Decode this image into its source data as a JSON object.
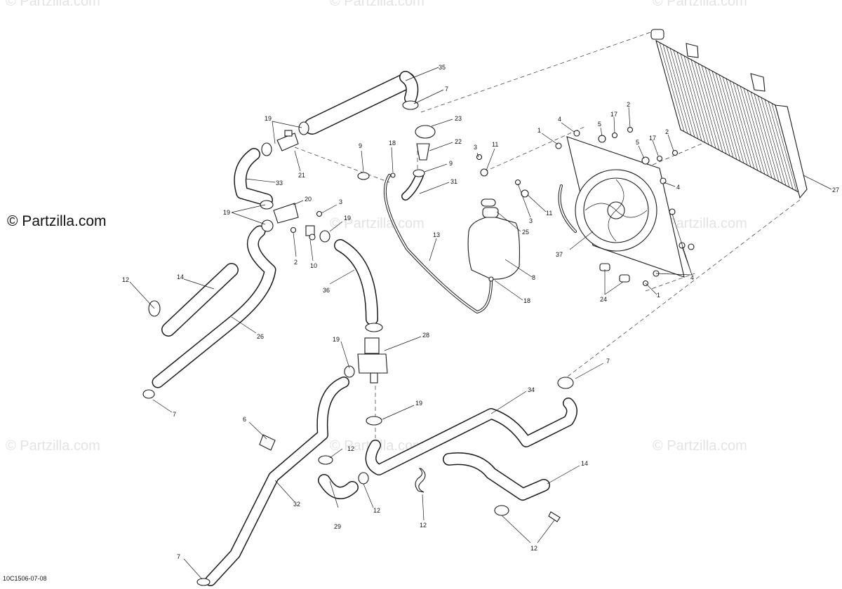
{
  "brand_text": "© Partzilla.com",
  "watermark_text": "© Partzilla.com",
  "diagram_code": "10C1506-07-08",
  "colors": {
    "line": "#1a1a1a",
    "background": "#ffffff",
    "watermark": "#e3e3e3"
  },
  "callouts": [
    "35",
    "7",
    "19",
    "21",
    "33",
    "20",
    "19",
    "3",
    "19",
    "2",
    "10",
    "36",
    "12",
    "14",
    "26",
    "7",
    "9",
    "18",
    "23",
    "22",
    "9",
    "31",
    "3",
    "11",
    "13",
    "25",
    "8",
    "18",
    "4",
    "1",
    "5",
    "17",
    "2",
    "5",
    "17",
    "2",
    "11",
    "3",
    "4",
    "37",
    "4",
    "24",
    "1",
    "27",
    "19",
    "28",
    "7",
    "19",
    "34",
    "6",
    "12",
    "12",
    "12",
    "29",
    "14",
    "12",
    "32",
    "7"
  ]
}
